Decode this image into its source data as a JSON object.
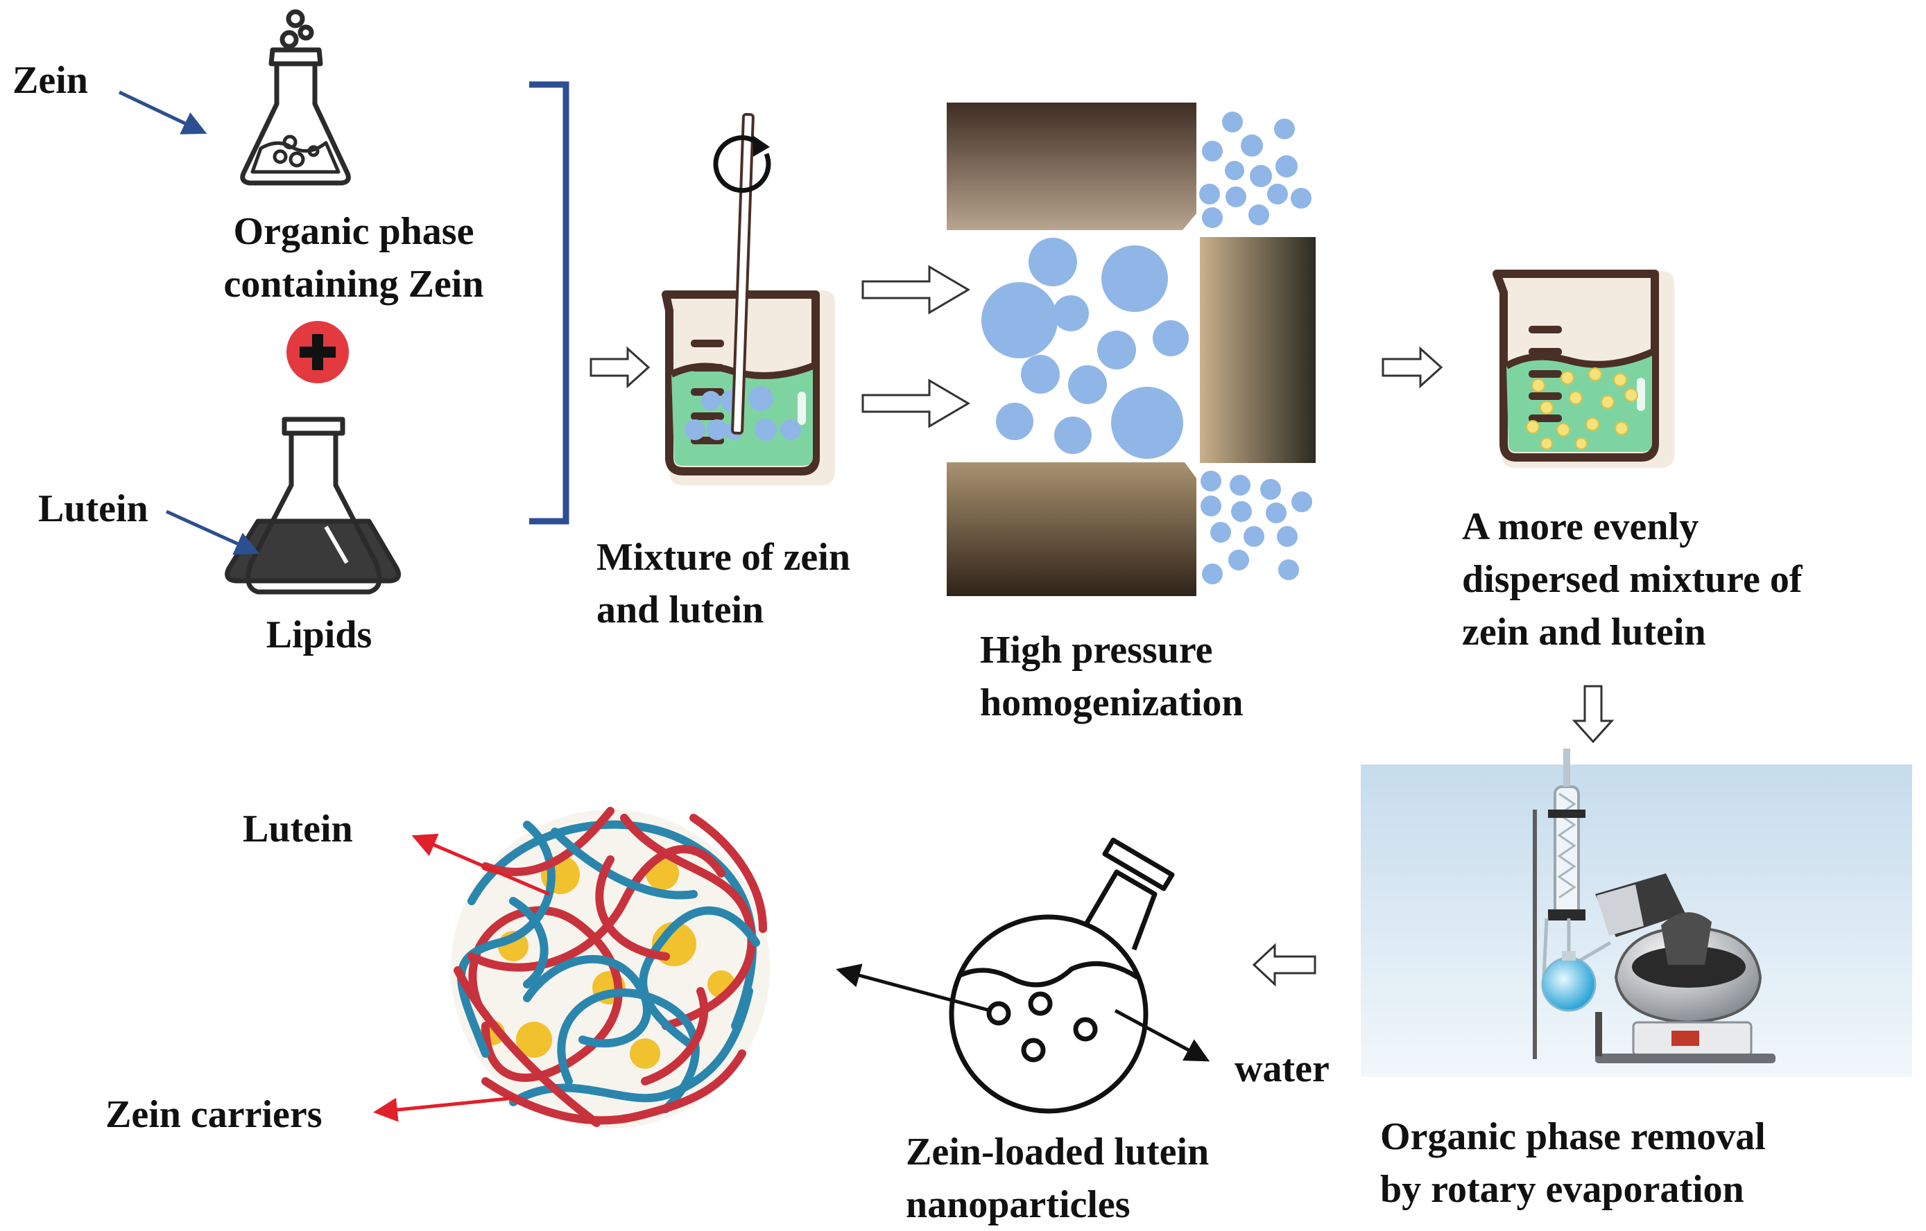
{
  "labels": {
    "zein": "Zein",
    "organic_phase_line1": "Organic phase",
    "organic_phase_line2": "containing Zein",
    "lutein_top": "Lutein",
    "lipids": "Lipids",
    "mixture_line1": "Mixture of zein",
    "mixture_line2": "and lutein",
    "hph_line1": "High pressure",
    "hph_line2": "homogenization",
    "even_line1": "A more evenly",
    "even_line2": "dispersed mixture of",
    "even_line3": "zein and lutein",
    "rotary_line1": "Organic phase removal",
    "rotary_line2": "by rotary evaporation",
    "water": "water",
    "nano_line1": "Zein-loaded lutein",
    "nano_line2": "nanoparticles",
    "lutein_bottom": "Lutein",
    "zein_carriers": "Zein carriers"
  },
  "icons": [
    "flask-organic-icon",
    "plus-icon",
    "flask-lipids-icon",
    "beaker-stirring-icon",
    "homogenizer-icon",
    "beaker-dispersed-icon",
    "rotary-evaporator-icon",
    "round-flask-icon",
    "nanoparticle-ball-icon"
  ],
  "colors": {
    "arrow_blue": "#2c4f8f",
    "bracket_blue": "#2d4e93",
    "plus_red": "#e23a3f",
    "arrow_red": "#e0202a",
    "liquid_green": "#7ed4a1",
    "droplet_blue": "#8fb6e6",
    "beaker_brown": "#4a2f27",
    "fiber_blue": "#2a86ad",
    "fiber_red": "#c8323c",
    "lutein_yellow": "#f2c12e"
  }
}
